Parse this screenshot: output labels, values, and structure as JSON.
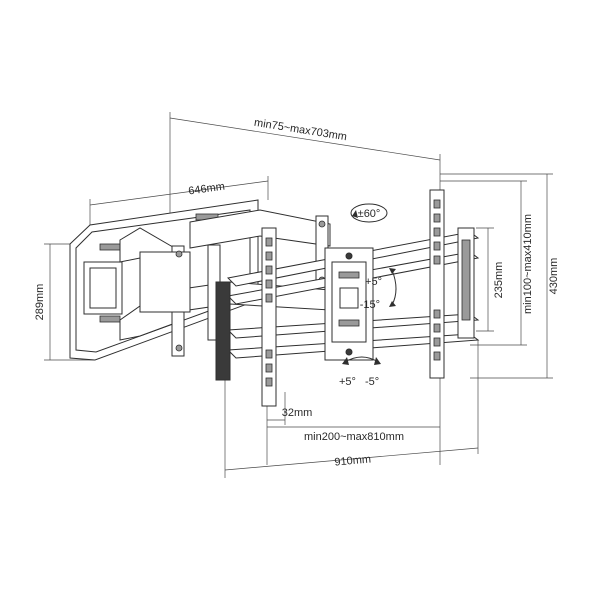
{
  "dimensions": {
    "depth_range": "min75~max703mm",
    "arm_extension": "646mm",
    "wall_plate_height": "289mm",
    "vesa_vertical": "235mm",
    "vesa_vertical_range": "min100~max410mm",
    "bracket_height": "430mm",
    "wall_plate_offset": "32mm",
    "vesa_horizontal_range": "min200~max810mm",
    "total_width": "910mm"
  },
  "angles": {
    "swivel": "±60°",
    "tilt_up": "+5°",
    "tilt_down": "-15°",
    "level_plus": "+5°",
    "level_minus": "-5°"
  }
}
